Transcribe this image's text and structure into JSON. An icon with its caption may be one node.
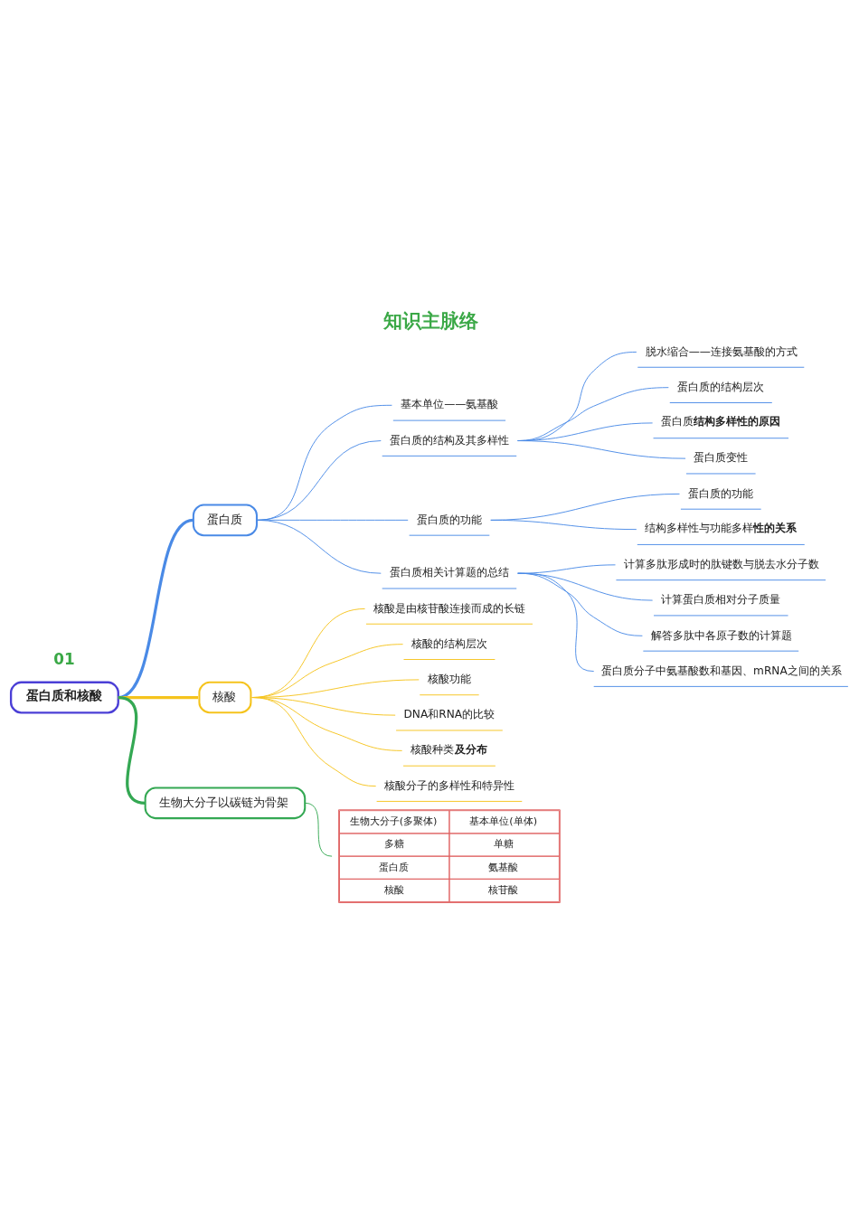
{
  "diagram": {
    "title": "知识主脉络",
    "nodes": [
      {
        "text": [
          "蛋白质和核酸"
        ]
      },
      {
        "text": [
          "蛋白质"
        ]
      },
      {
        "text": [
          "基本单位——氨基酸"
        ]
      },
      {
        "text": [
          "蛋白质的结构及其多样性"
        ]
      },
      {
        "text": [
          "脱水缩合——连接氨基酸的方式"
        ]
      },
      {
        "text": [
          "蛋白质的结构层次"
        ]
      },
      {
        "text": [
          "蛋白质**结构多样性的原因**"
        ]
      },
      {
        "text": [
          "蛋白质变性"
        ]
      },
      {
        "text": [
          "蛋白质的功能"
        ]
      },
      {
        "text": [
          "蛋白质的功能"
        ]
      },
      {
        "text": [
          "结构多样性与功能多样**性的关系**"
        ]
      },
      {
        "text": [
          "蛋白质相关计算题的总结"
        ]
      },
      {
        "text": [
          "计算多肽形成时的肽键数与脱去水分子数"
        ]
      },
      {
        "text": [
          "计算蛋白质相对分子质量"
        ]
      },
      {
        "text": [
          "解答多肽中各原子数的计算题"
        ]
      },
      {
        "text": [
          "蛋白质分子中氨基酸数和基因、mRNA之间的关系"
        ]
      },
      {
        "text": [
          "核酸"
        ]
      },
      {
        "text": [
          "核酸是由核苷酸连接而成的长链"
        ]
      },
      {
        "text": [
          "核酸的结构层次"
        ]
      },
      {
        "text": [
          "核酸功能"
        ]
      },
      {
        "text": [
          "DNA和RNA的比较"
        ]
      },
      {
        "text": [
          "核酸种类**及分布**"
        ]
      },
      {
        "text": [
          "核酸分子的多样性和特异性"
        ]
      },
      {
        "text": [
          "生物大分子以碳链为骨架"
        ]
      },
      {
        "text": [
          "生物大分子(多聚体)",
          "基本单位(单体)",
          "多糖",
          "单糖",
          "蛋白质",
          "氨基酸",
          "核酸",
          "核苷酸"
        ]
      }
    ],
    "edges": [
      {
        "from": 0,
        "to": 1,
        "arrow": "none",
        "style": "thick"
      },
      {
        "from": 1,
        "to": 2,
        "arrow": "none"
      },
      {
        "from": 1,
        "to": 3,
        "arrow": "none"
      },
      {
        "from": 3,
        "to": 4,
        "arrow": "none"
      },
      {
        "from": 3,
        "to": 5,
        "arrow": "none"
      },
      {
        "from": 3,
        "to": 6,
        "arrow": "none"
      },
      {
        "from": 3,
        "to": 7,
        "arrow": "none"
      },
      {
        "from": 1,
        "to": 8,
        "arrow": "none"
      },
      {
        "from": 8,
        "to": 9,
        "arrow": "none"
      },
      {
        "from": 8,
        "to": 10,
        "arrow": "none"
      },
      {
        "from": 1,
        "to": 11,
        "arrow": "none"
      },
      {
        "from": 11,
        "to": 12,
        "arrow": "none"
      },
      {
        "from": 11,
        "to": 13,
        "arrow": "none"
      },
      {
        "from": 11,
        "to": 14,
        "arrow": "none"
      },
      {
        "from": 11,
        "to": 15,
        "arrow": "none"
      },
      {
        "from": 0,
        "to": 16,
        "arrow": "none",
        "style": "thick",
        "color": "#f5c31c"
      },
      {
        "from": 16,
        "to": 17,
        "arrow": "none",
        "color": "#f5c31c"
      },
      {
        "from": 16,
        "to": 18,
        "arrow": "none",
        "color": "#f5c31c"
      },
      {
        "from": 16,
        "to": 19,
        "arrow": "none",
        "color": "#f5c31c"
      },
      {
        "from": 16,
        "to": 20,
        "arrow": "none",
        "color": "#f5c31c"
      },
      {
        "from": 16,
        "to": 21,
        "arrow": "none",
        "color": "#f5c31c"
      },
      {
        "from": 16,
        "to": 22,
        "arrow": "none",
        "color": "#f5c31c"
      },
      {
        "from": 0,
        "to": 23,
        "arrow": "none",
        "style": "thick",
        "color": "#34a853"
      },
      {
        "from": 23,
        "to": 24,
        "arrow": "none",
        "color": "#34a853"
      }
    ],
    "labels": [
      "01"
    ]
  }
}
